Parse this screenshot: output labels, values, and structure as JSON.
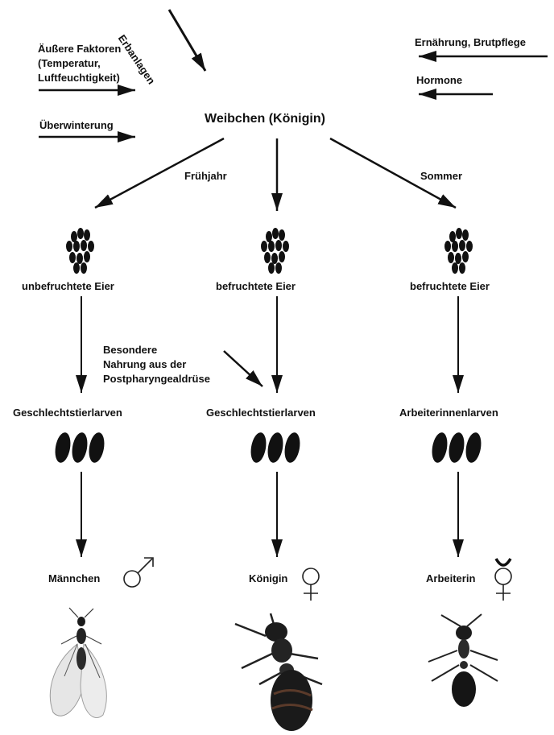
{
  "factors": {
    "erbanlagen": "Erbanlagen",
    "external_line1": "Äußere Faktoren",
    "external_line2": "(Temperatur,",
    "external_line3": "Luftfeuchtigkeit)",
    "wintering": "Überwinterung",
    "nutrition": "Ernährung, Brutpflege",
    "hormones": "Hormone"
  },
  "queen_title": "Weibchen (Königin)",
  "seasons": {
    "spring": "Frühjahr",
    "summer": "Sommer"
  },
  "eggs": {
    "left": "unbefruchtete Eier",
    "middle": "befruchtete Eier",
    "right": "befruchtete Eier"
  },
  "special_food": {
    "line1": "Besondere",
    "line2": "Nahrung aus der",
    "line3": "Postpharyngealdrüse"
  },
  "larvae": {
    "left": "Geschlechtstierlarven",
    "middle": "Geschlechtstierlarven",
    "right": "Arbeiterinnenlarven"
  },
  "adults": {
    "male": "Männchen",
    "queen": "Königin",
    "worker": "Arbeiterin"
  },
  "symbols": {
    "male": "male-symbol",
    "female": "female-symbol",
    "worker": "worker-symbol"
  }
}
